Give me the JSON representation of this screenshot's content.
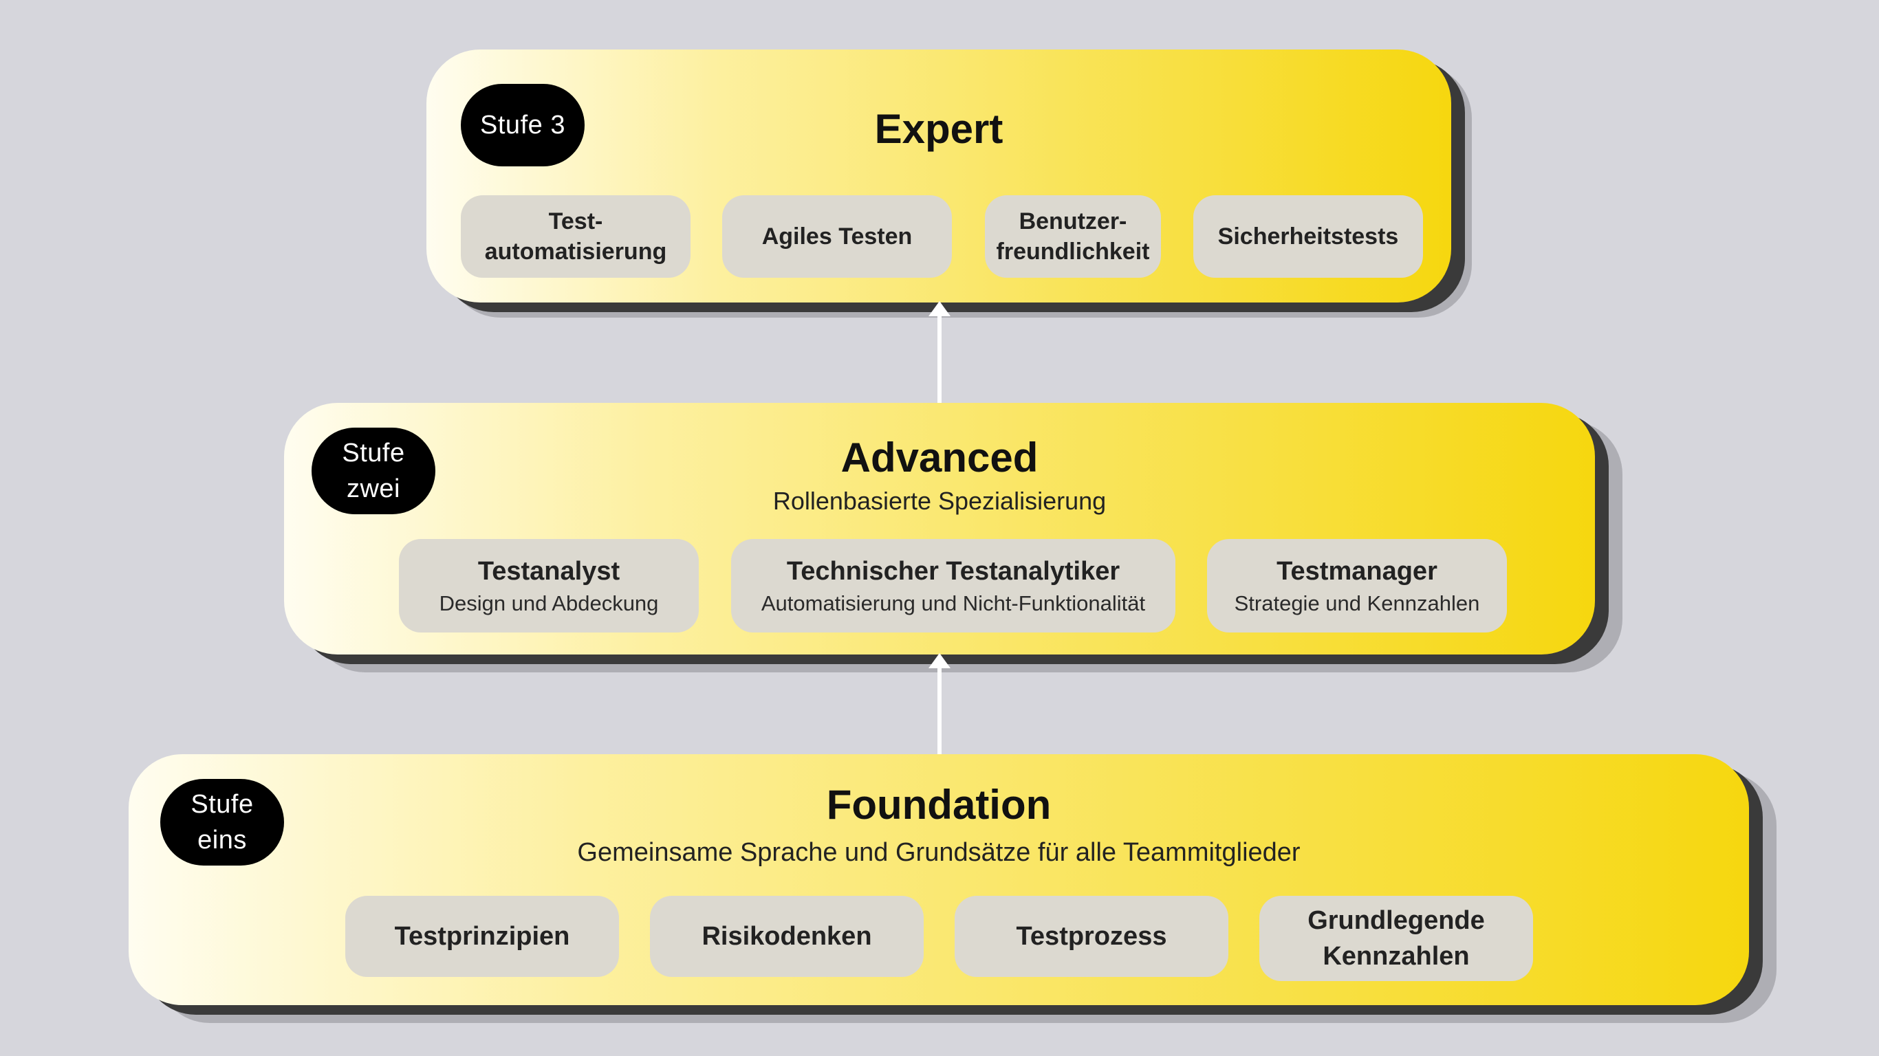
{
  "tiers": {
    "expert": {
      "badge": [
        "Stufe 3"
      ],
      "title": "Expert",
      "chips": [
        {
          "title": "Test-\nautomatisierung"
        },
        {
          "title": "Agiles Testen"
        },
        {
          "title": "Benutzer-\nfreundlichkeit"
        },
        {
          "title": "Sicherheitstests"
        }
      ]
    },
    "advanced": {
      "badge": [
        "Stufe",
        "zwei"
      ],
      "title": "Advanced",
      "subtitle": "Rollenbasierte Spezialisierung",
      "chips": [
        {
          "title": "Testanalyst",
          "sub": "Design und Abdeckung"
        },
        {
          "title": "Technischer Testanalytiker",
          "sub": "Automatisierung und Nicht-Funktionalität"
        },
        {
          "title": "Testmanager",
          "sub": "Strategie und Kennzahlen"
        }
      ]
    },
    "foundation": {
      "badge": [
        "Stufe",
        "eins"
      ],
      "title": "Foundation",
      "subtitle": "Gemeinsame Sprache und Grundsätze für alle Teammitglieder",
      "chips": [
        {
          "title": "Testprinzipien"
        },
        {
          "title": "Risikodenken"
        },
        {
          "title": "Testprozess"
        },
        {
          "title": "Grundlegende\nKennzahlen"
        }
      ]
    }
  },
  "colors": {
    "background": "#d6d6dc",
    "card_gradient_start": "#fffdf0",
    "card_gradient_end": "#f6d70f",
    "chip": "#dcd9d0",
    "badge": "#000000",
    "arrow": "#ffffff"
  }
}
